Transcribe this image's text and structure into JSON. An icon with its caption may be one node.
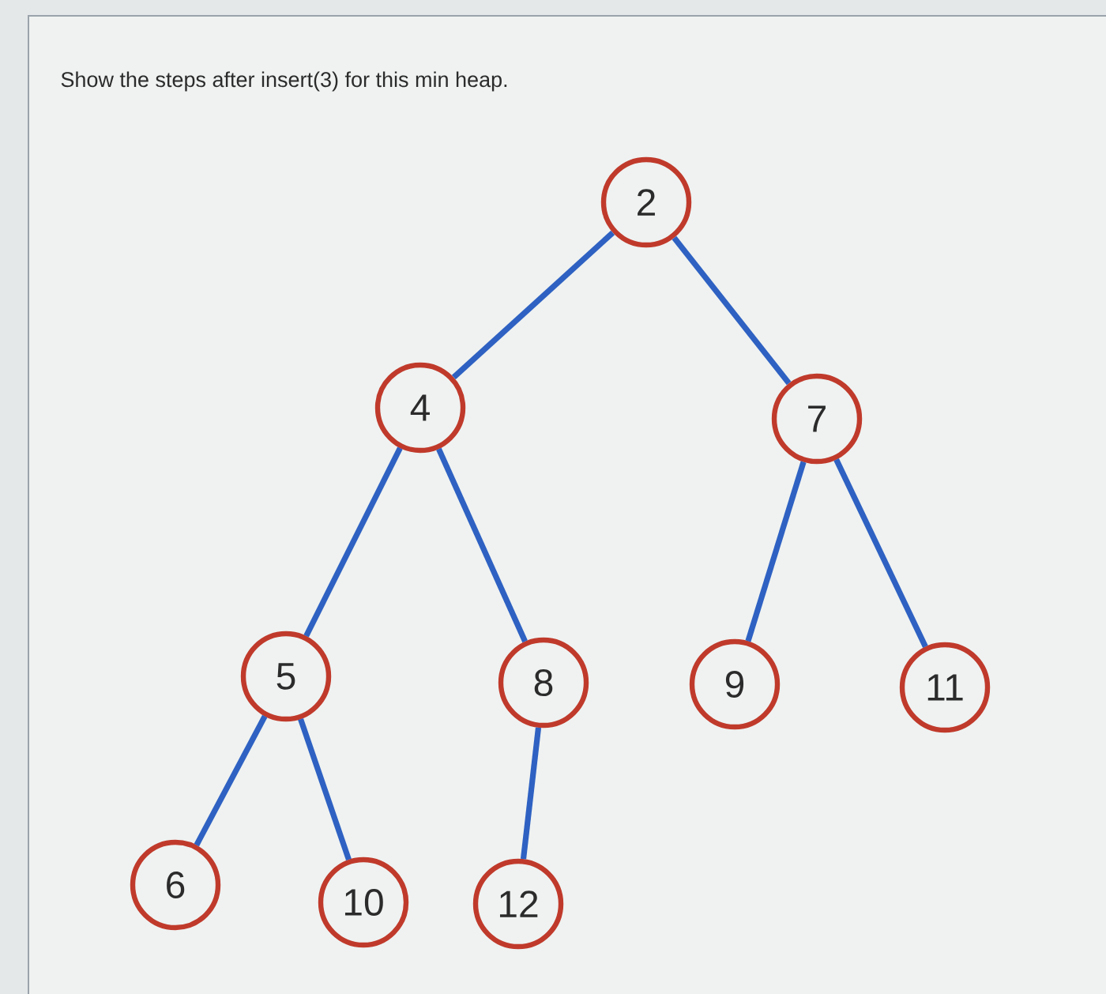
{
  "diagram": {
    "title": "Show the steps after insert(3) for this min heap.",
    "nodes": [
      {
        "text": [
          "2"
        ]
      },
      {
        "text": [
          "4"
        ]
      },
      {
        "text": [
          "7"
        ]
      },
      {
        "text": [
          "5"
        ]
      },
      {
        "text": [
          "8"
        ]
      },
      {
        "text": [
          "9"
        ]
      },
      {
        "text": [
          "11"
        ]
      },
      {
        "text": [
          "6"
        ]
      },
      {
        "text": [
          "10"
        ]
      },
      {
        "text": [
          "12"
        ]
      }
    ],
    "edges": [
      {
        "from": 0,
        "to": 1,
        "arrow": "none"
      },
      {
        "from": 0,
        "to": 2,
        "arrow": "none"
      },
      {
        "from": 1,
        "to": 3,
        "arrow": "none"
      },
      {
        "from": 1,
        "to": 4,
        "arrow": "none"
      },
      {
        "from": 2,
        "to": 5,
        "arrow": "none"
      },
      {
        "from": 2,
        "to": 6,
        "arrow": "none"
      },
      {
        "from": 3,
        "to": 7,
        "arrow": "none"
      },
      {
        "from": 3,
        "to": 8,
        "arrow": "none"
      },
      {
        "from": 4,
        "to": 9,
        "arrow": "none"
      }
    ]
  }
}
